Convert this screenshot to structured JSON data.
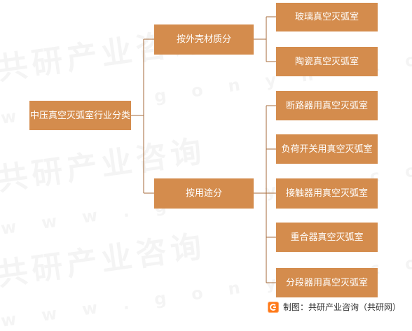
{
  "colors": {
    "node_fill": "#d48c4d",
    "node_text": "#ffffff",
    "connector": "#a56a39",
    "footer_text": "#333333",
    "logo_accent": "#ff7a1a"
  },
  "diagram": {
    "root": "中压真空灭弧室行业分类",
    "groups": [
      {
        "label": "按外壳材质分",
        "children": [
          "玻璃真空灭弧室",
          "陶瓷真空灭弧室"
        ]
      },
      {
        "label": "按用途分",
        "children": [
          "断路器用真空灭弧室",
          "负荷开关用真空灭弧室",
          "接触器用真空灭弧室",
          "重合器真空灭弧室",
          "分段器用真空灭弧室"
        ]
      }
    ]
  },
  "watermark": {
    "main": "共研产业咨询",
    "sub": "w w w . g o n y n . c o m"
  },
  "footer": {
    "icon": "logo-icon",
    "text": "制图：共研产业咨询（共研网）"
  }
}
